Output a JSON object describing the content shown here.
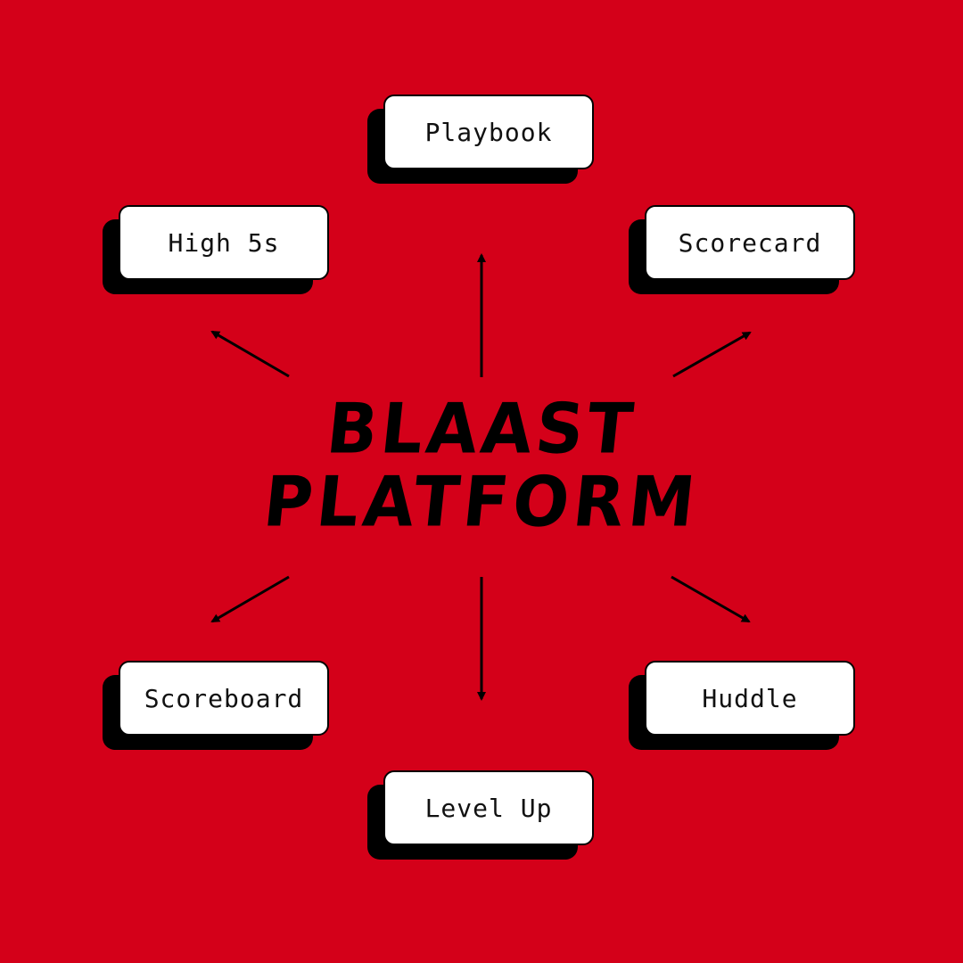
{
  "diagram": {
    "title_line1": "BLAAST",
    "title_line2": "PLATFORM",
    "nodes": {
      "playbook": "Playbook",
      "high5s": "High 5s",
      "scorecard": "Scorecard",
      "scoreboard": "Scoreboard",
      "huddle": "Huddle",
      "levelup": "Level Up"
    }
  },
  "colors": {
    "background": "#d40019",
    "card": "#ffffff",
    "shadow": "#000000",
    "text": "#000000"
  }
}
